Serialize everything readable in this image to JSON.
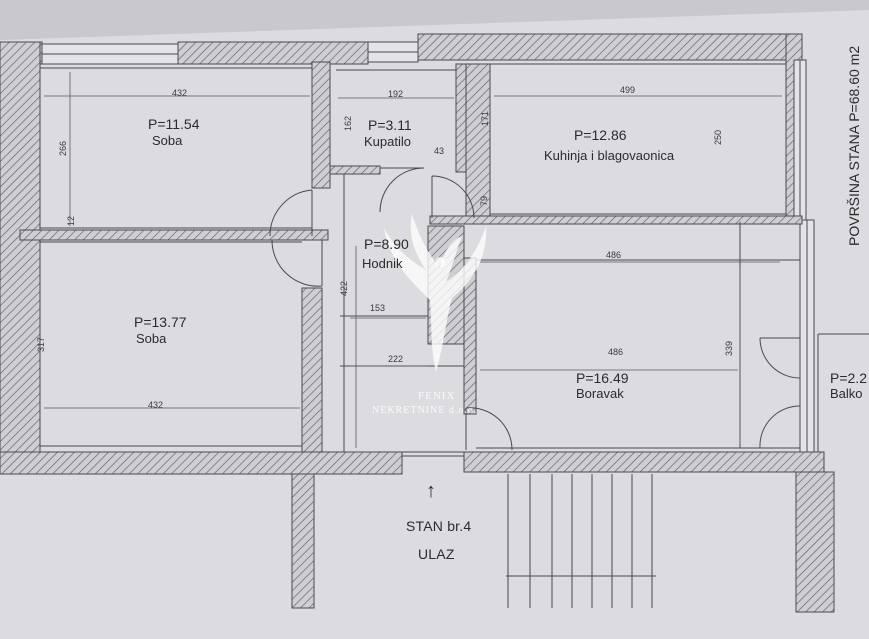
{
  "total_area": "POVRŠINA STANA P=68.60 m2",
  "rooms": [
    {
      "id": "soba1",
      "area": "P=11.54",
      "name": "Soba"
    },
    {
      "id": "kupatilo",
      "area": "P=3.11",
      "name": "Kupatilo"
    },
    {
      "id": "kuhinja",
      "area": "P=12.86",
      "name": "Kuhinja i blagovaonica"
    },
    {
      "id": "hodnik",
      "area": "P=8.90",
      "name": "Hodnik"
    },
    {
      "id": "soba2",
      "area": "P=13.77",
      "name": "Soba"
    },
    {
      "id": "boravak",
      "area": "P=16.49",
      "name": "Boravak"
    },
    {
      "id": "balkon",
      "area": "P=2.2",
      "name": "Balko"
    }
  ],
  "dimensions": {
    "d432a": "432",
    "d192": "192",
    "d499": "499",
    "d266": "266",
    "d162": "162",
    "d171": "171",
    "d43": "43",
    "d250": "250",
    "d12": "12",
    "d79": "79",
    "d486a": "486",
    "d422": "422",
    "d153": "153",
    "d317": "317",
    "d486b": "486",
    "d339": "339",
    "d222": "222",
    "d432b": "432"
  },
  "entrance": {
    "arrow": "↑",
    "unit": "STAN br.4",
    "label": "ULAZ"
  },
  "watermark": {
    "line1": "FENIX",
    "line2": "NEKRETNINE d.o.o."
  }
}
